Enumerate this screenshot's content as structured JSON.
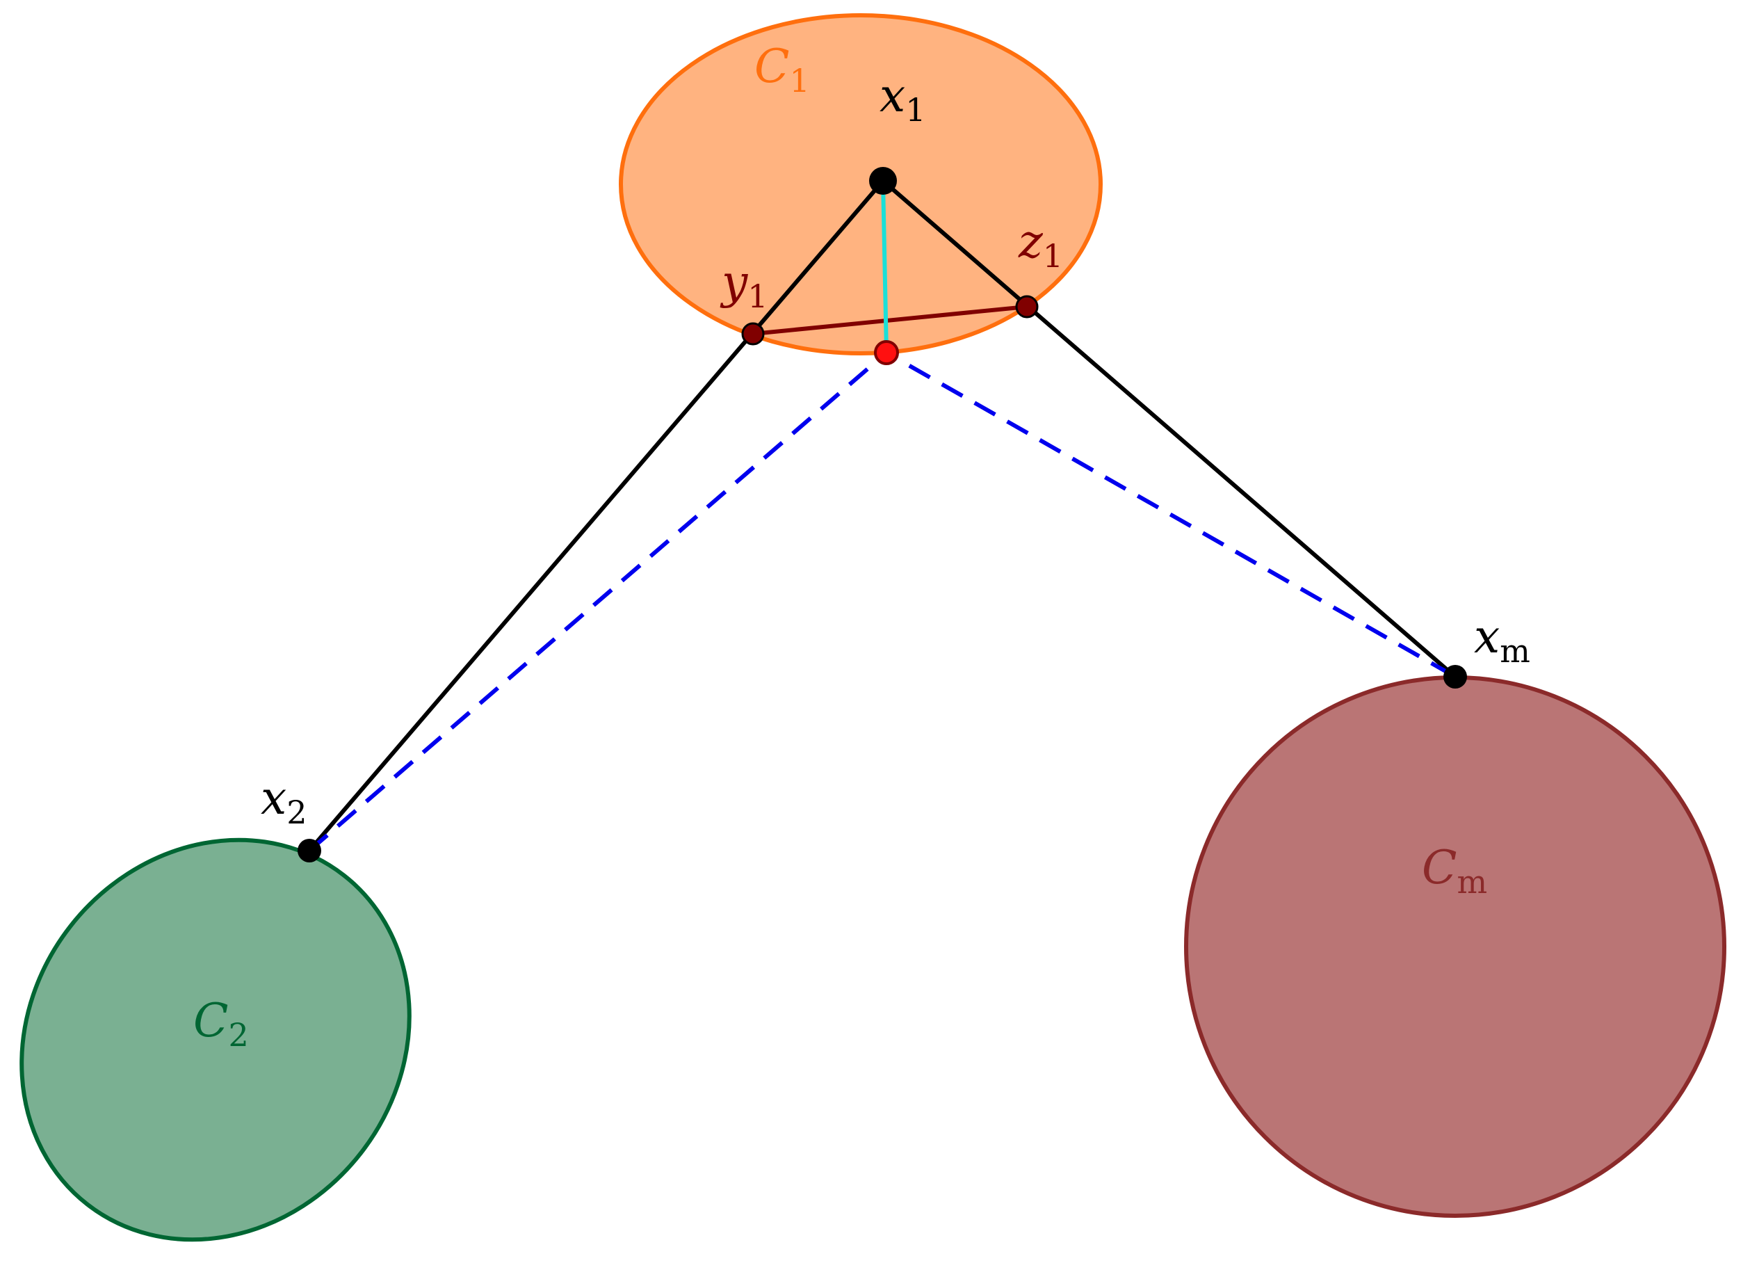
{
  "colors": {
    "c1_fill": "#FFB380",
    "c1_stroke": "#FF6F0E",
    "c2_fill": "#7AB092",
    "c2_stroke": "#006633",
    "cm_fill": "#BA7575",
    "cm_stroke": "#8B2A2A",
    "black": "#000000",
    "chord": "#800000",
    "cyan": "#1AE0D8",
    "dash_blue": "#0000EE",
    "red_point": "#FF1010"
  },
  "labels": {
    "c1": {
      "base": "C",
      "sub": "1"
    },
    "c2": {
      "base": "C",
      "sub": "2"
    },
    "cm": {
      "base": "C",
      "sub": "m"
    },
    "x1": {
      "base": "x",
      "sub": "1"
    },
    "x2": {
      "base": "x",
      "sub": "2"
    },
    "xm": {
      "base": "x",
      "sub": "m"
    },
    "y1": {
      "base": "y",
      "sub": "1"
    },
    "z1": {
      "base": "z",
      "sub": "1"
    }
  }
}
